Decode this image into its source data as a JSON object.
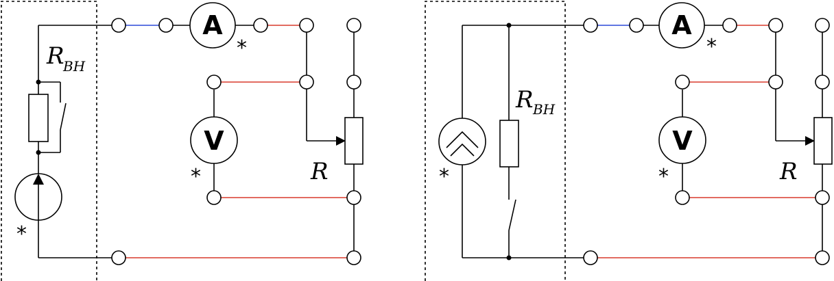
{
  "colors": {
    "wire_black": "#000000",
    "wire_red": "#d93a2b",
    "wire_blue": "#2b49d9"
  },
  "labels": {
    "ammeter": "A",
    "voltmeter": "V",
    "load_resistor": "R",
    "internal_resistor": "R",
    "internal_resistor_sub": "ВН",
    "asterisk": "*"
  }
}
